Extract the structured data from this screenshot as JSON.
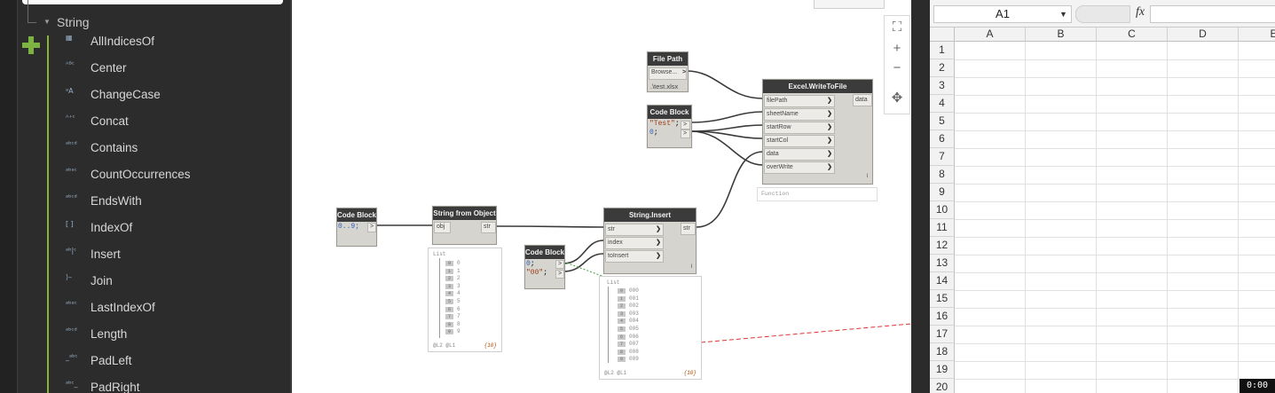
{
  "library": {
    "category": "String",
    "items": [
      {
        "label": "AllIndicesOf",
        "icon": "all-indices-of-icon"
      },
      {
        "label": "Center",
        "icon": "center-icon"
      },
      {
        "label": "ChangeCase",
        "icon": "change-case-icon"
      },
      {
        "label": "Concat",
        "icon": "concat-icon"
      },
      {
        "label": "Contains",
        "icon": "contains-icon"
      },
      {
        "label": "CountOccurrences",
        "icon": "count-occurrences-icon"
      },
      {
        "label": "EndsWith",
        "icon": "ends-with-icon"
      },
      {
        "label": "IndexOf",
        "icon": "index-of-icon"
      },
      {
        "label": "Insert",
        "icon": "insert-icon"
      },
      {
        "label": "Join",
        "icon": "join-icon"
      },
      {
        "label": "LastIndexOf",
        "icon": "last-index-of-icon"
      },
      {
        "label": "Length",
        "icon": "length-icon"
      },
      {
        "label": "PadLeft",
        "icon": "pad-left-icon"
      },
      {
        "label": "PadRight",
        "icon": "pad-right-icon"
      }
    ]
  },
  "canvas": {
    "zoom": {
      "fit": "⛶",
      "in": "+",
      "out": "−",
      "pan": "✥"
    },
    "nodes": {
      "file_path": {
        "title": "File Path",
        "button": "Browse...",
        "out": ">",
        "value": ".\\test.xlsx"
      },
      "code_block_1": {
        "title": "Code Block",
        "line1_str": "\"Test\"",
        "line1_end": ";",
        "line2_num": "0",
        "line2_end": ";",
        "out": ">"
      },
      "excel_write": {
        "title": "Excel.WriteToFile",
        "inputs": [
          "filePath",
          "sheetName",
          "startRow",
          "startCol",
          "data",
          "overWrite"
        ],
        "output": "data",
        "footer": "Function",
        "lacing": "l"
      },
      "code_block_2": {
        "title": "Code Block",
        "code": "0..9;",
        "out": ">"
      },
      "string_from_object": {
        "title": "String from Object",
        "input": "obj",
        "output": "str"
      },
      "string_insert": {
        "title": "String.Insert",
        "inputs": [
          "str",
          "index",
          "toInsert"
        ],
        "output": "str",
        "lacing": "l"
      },
      "code_block_3": {
        "title": "Code Block",
        "line1_num": "0",
        "line1_end": ";",
        "line2_str": "\"00\"",
        "line2_end": ";",
        "out": ">"
      }
    },
    "preview_1": {
      "head": "List",
      "items": [
        "0",
        "1",
        "2",
        "3",
        "4",
        "5",
        "6",
        "7",
        "8",
        "9"
      ],
      "foot_left": "@L2 @L1",
      "foot_right": "{10}"
    },
    "preview_2": {
      "head": "List",
      "items": [
        "000",
        "001",
        "002",
        "003",
        "004",
        "005",
        "006",
        "007",
        "008",
        "009"
      ],
      "foot_left": "@L2 @L1",
      "foot_right": "{10}"
    }
  },
  "excel": {
    "name_box": "A1",
    "fx_label": "fx",
    "columns": [
      "A",
      "B",
      "C",
      "D",
      "E"
    ],
    "rows": [
      "1",
      "2",
      "3",
      "4",
      "5",
      "6",
      "7",
      "8",
      "9",
      "10",
      "11",
      "12",
      "13",
      "14",
      "15",
      "16",
      "17",
      "18",
      "19",
      "20"
    ]
  },
  "timer": "0:00"
}
